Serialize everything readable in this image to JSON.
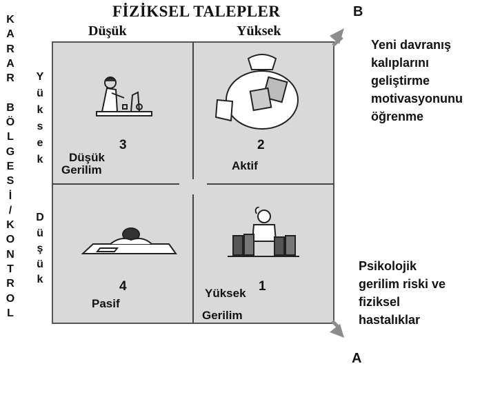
{
  "title": "FİZİKSEL TALEPLER",
  "columns": {
    "low": "Düşük",
    "high": "Yüksek"
  },
  "left_axis_letters": [
    "K",
    "A",
    "R",
    "A",
    "R",
    "",
    "B",
    "Ö",
    "L",
    "G",
    "E",
    "S",
    "İ",
    "/",
    "K",
    "O",
    "N",
    "T",
    "R",
    "O",
    "L"
  ],
  "row_high_letters": [
    "Y",
    "ü",
    "k",
    "s",
    "e",
    "k"
  ],
  "row_low_letters": [
    "D",
    "ü",
    "ş",
    "ü",
    "k"
  ],
  "quadrants": [
    {
      "number": "3",
      "label_line1": "Düşük",
      "label_line2": "Gerilim",
      "icon": "scientist-microscope-icon"
    },
    {
      "number": "2",
      "label_line1": "Aktif",
      "label_line2": "",
      "icon": "people-at-table-icon"
    },
    {
      "number": "4",
      "label_line1": "Pasif",
      "label_line2": "",
      "icon": "person-sleeping-at-desk-icon"
    },
    {
      "number": "1",
      "label_line1": "Yüksek",
      "label_line2": "Gerilim",
      "icon": "stressed-person-paperwork-icon"
    }
  ],
  "arrow_b": {
    "letter": "B",
    "text": [
      "Yeni davranış",
      "kalıplarını",
      "geliştirme",
      "motivasyonunu",
      "öğrenme"
    ]
  },
  "arrow_a": {
    "letter": "A",
    "text": [
      "Psikolojik",
      "gerilim riski ve",
      "fiziksel",
      "hastalıklar"
    ]
  },
  "colors": {
    "quadrant_fill": "#d9d9d9",
    "arrow": "#8c8c8c",
    "border": "#555555"
  }
}
